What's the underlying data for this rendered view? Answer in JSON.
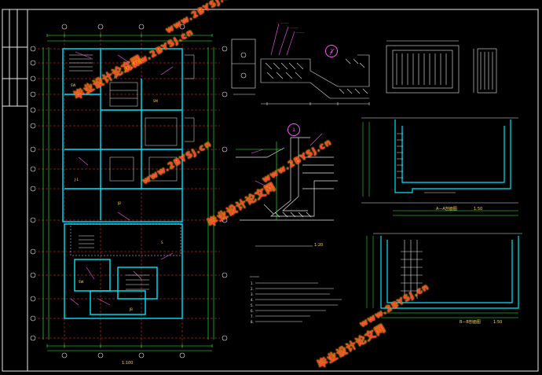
{
  "watermark": {
    "site": "www.2BYSJ.cn",
    "site_top": "www.2BYSJ.cn",
    "brand": "毕业设计论文网",
    "color": "#ff3a3a",
    "outline": "#ffd400"
  },
  "drawing": {
    "plan_scale_text": "1:100",
    "section_aa_label": "A—A剖面图",
    "section_bb_label": "B—B剖面图",
    "scale_1_50": "1:50",
    "scale_1_20": "1:20",
    "detail_marker": "1",
    "detail_marker_2": "2"
  },
  "colors": {
    "background": "#000000",
    "frame": "#e8e8e8",
    "wall": "#00e5ff",
    "axis": "#ff3333",
    "dimension": "#33ff33",
    "annotation": "#ff55ff",
    "hatch": "#e8e8e8",
    "text": "#ffd24a"
  }
}
